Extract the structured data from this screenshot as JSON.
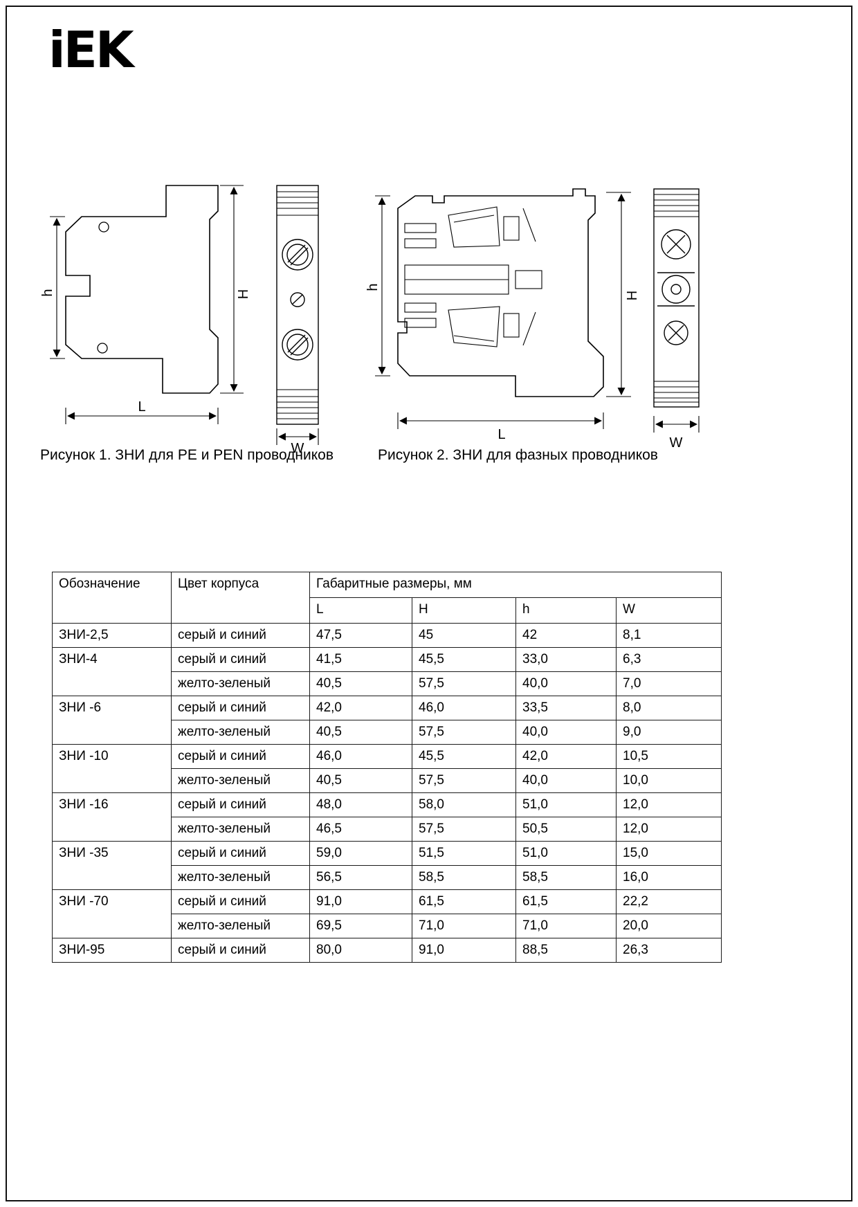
{
  "brand": {
    "logo_text": "iEK"
  },
  "figures": {
    "fig1": {
      "caption": "Рисунок 1. ЗНИ для PE и PEN проводников",
      "dims": {
        "h": "h",
        "H": "H",
        "L": "L",
        "W": "W"
      }
    },
    "fig2": {
      "caption": "Рисунок 2. ЗНИ для фазных проводников",
      "dims": {
        "h": "h",
        "H": "H",
        "L": "L",
        "W": "W"
      }
    }
  },
  "table": {
    "header": {
      "designation": "Обозначение",
      "color": "Цвет корпуса",
      "dimensions_group": "Габаритные размеры, мм",
      "cols": {
        "L": "L",
        "H": "H",
        "h": "h",
        "W": "W"
      }
    },
    "groups": [
      {
        "designation": "ЗНИ-2,5",
        "rows": [
          {
            "color": "серый и синий",
            "L": "47,5",
            "H": "45",
            "h": "42",
            "W": "8,1"
          }
        ]
      },
      {
        "designation": "ЗНИ-4",
        "rows": [
          {
            "color": "серый и синий",
            "L": "41,5",
            "H": "45,5",
            "h": "33,0",
            "W": "6,3"
          },
          {
            "color": "желто-зеленый",
            "L": "40,5",
            "H": "57,5",
            "h": "40,0",
            "W": "7,0"
          }
        ]
      },
      {
        "designation": "ЗНИ -6",
        "rows": [
          {
            "color": "серый и синий",
            "L": "42,0",
            "H": "46,0",
            "h": "33,5",
            "W": "8,0"
          },
          {
            "color": "желто-зеленый",
            "L": "40,5",
            "H": "57,5",
            "h": "40,0",
            "W": "9,0"
          }
        ]
      },
      {
        "designation": "ЗНИ -10",
        "rows": [
          {
            "color": "серый и синий",
            "L": "46,0",
            "H": "45,5",
            "h": "42,0",
            "W": "10,5"
          },
          {
            "color": "желто-зеленый",
            "L": "40,5",
            "H": "57,5",
            "h": "40,0",
            "W": "10,0"
          }
        ]
      },
      {
        "designation": "ЗНИ -16",
        "rows": [
          {
            "color": "серый и синий",
            "L": "48,0",
            "H": "58,0",
            "h": "51,0",
            "W": "12,0"
          },
          {
            "color": "желто-зеленый",
            "L": "46,5",
            "H": "57,5",
            "h": "50,5",
            "W": "12,0"
          }
        ]
      },
      {
        "designation": "ЗНИ -35",
        "rows": [
          {
            "color": "серый и синий",
            "L": "59,0",
            "H": "51,5",
            "h": "51,0",
            "W": "15,0"
          },
          {
            "color": "желто-зеленый",
            "L": "56,5",
            "H": "58,5",
            "h": "58,5",
            "W": "16,0"
          }
        ]
      },
      {
        "designation": "ЗНИ -70",
        "rows": [
          {
            "color": "серый и синий",
            "L": "91,0",
            "H": "61,5",
            "h": "61,5",
            "W": "22,2"
          },
          {
            "color": "желто-зеленый",
            "L": "69,5",
            "H": "71,0",
            "h": "71,0",
            "W": "20,0"
          }
        ]
      },
      {
        "designation": "ЗНИ-95",
        "rows": [
          {
            "color": "серый и синий",
            "L": "80,0",
            "H": "91,0",
            "h": "88,5",
            "W": "26,3"
          }
        ]
      }
    ]
  }
}
